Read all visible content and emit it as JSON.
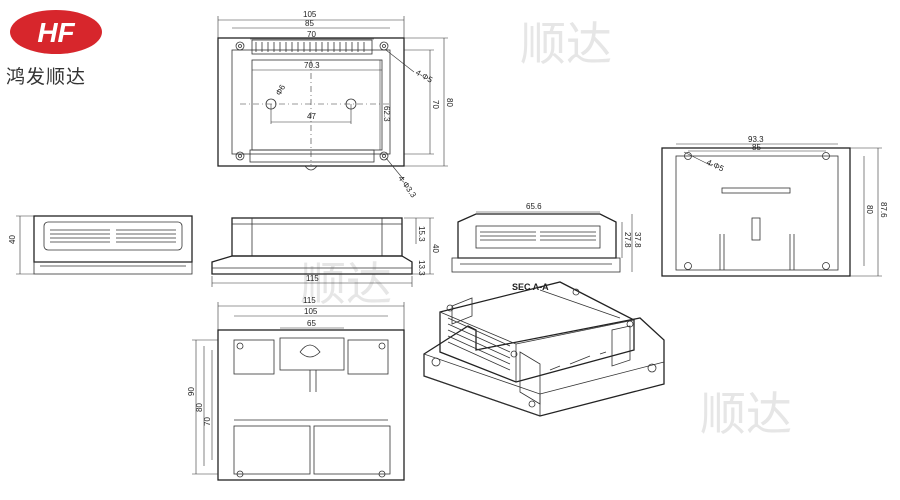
{
  "brand": {
    "logo_text": "HF",
    "logo_color": "#d7262c",
    "name": "鸿发顺达",
    "watermark": "顺达"
  },
  "views": {
    "top": {
      "d105": "105",
      "d85": "85",
      "d70": "70",
      "d703": "70.3",
      "d47": "47",
      "d623": "62.3",
      "d70v": "70",
      "d80v": "80",
      "phi5": "4-Φ5",
      "phi6": "Φ6",
      "phi33": "4-Φ3.3"
    },
    "front": {
      "d40": "40"
    },
    "side": {
      "d153": "15.3",
      "d40": "40",
      "d133": "13.3",
      "d115": "115"
    },
    "section": {
      "d656": "65.6",
      "d278": "27.8",
      "d378": "37.8",
      "label": "SEC A-A"
    },
    "back": {
      "d933": "93.3",
      "d85": "85",
      "phi5": "4-Φ5",
      "d80": "80",
      "d876": "87.6"
    },
    "bottom": {
      "d115": "115",
      "d105": "105",
      "d65": "65",
      "d90": "90",
      "d80": "80",
      "d70": "70"
    }
  }
}
